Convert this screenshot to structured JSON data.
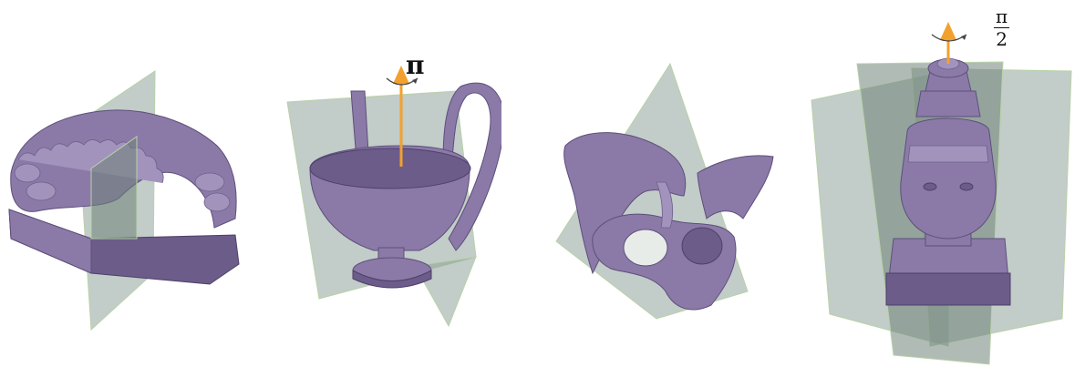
{
  "figures": [
    {
      "id": "teeth",
      "icon": "dental-cast-model",
      "planes": 1,
      "rotation_label": ""
    },
    {
      "id": "cup",
      "icon": "kylix-cup-model",
      "planes": 1,
      "rotation_label": "π"
    },
    {
      "id": "pelvis",
      "icon": "pelvis-bone-model",
      "planes": 1,
      "rotation_label": ""
    },
    {
      "id": "head",
      "icon": "buddha-head-model",
      "planes": 2,
      "rotation_label_numerator": "π",
      "rotation_label_denominator": "2"
    }
  ],
  "colors": {
    "object": "#8b7aa8",
    "plane": "#8fa39a",
    "axis": "#f2a12e"
  }
}
